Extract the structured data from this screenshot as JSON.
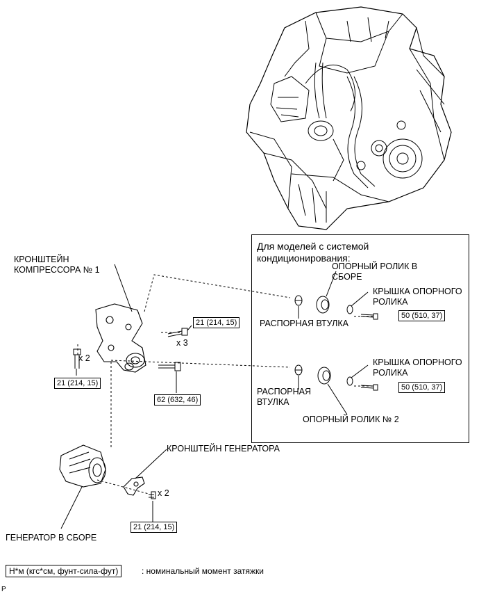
{
  "labels": {
    "bracket_compressor": [
      "КРОНШТЕЙН",
      "КОМПРЕССОРА № 1"
    ],
    "ac_models_title": [
      "Для моделей с системой",
      "кондиционирования:"
    ],
    "idler_assembly": [
      "ОПОРНЫЙ РОЛИК В",
      "СБОРЕ"
    ],
    "idler_cover_1": [
      "КРЫШКА ОПОРНОГО",
      "РОЛИКА"
    ],
    "spacer_1": "РАСПОРНАЯ ВТУЛКА",
    "idler_cover_2": [
      "КРЫШКА ОПОРНОГО",
      "РОЛИКА"
    ],
    "spacer_2": [
      "РАСПОРНАЯ",
      "ВТУЛКА"
    ],
    "idler_no2": "ОПОРНЫЙ РОЛИК № 2",
    "generator_bracket": "КРОНШТЕЙН ГЕНЕРАТОРА",
    "generator_assembly": "ГЕНЕРАТОР В СБОРЕ",
    "qty_x3": "x 3",
    "qty_x2_left": "x 2",
    "qty_x2_bottom": "x 2",
    "page_marker": "P"
  },
  "torques": {
    "t_top": "21 (214, 15)",
    "t_left": "21 (214, 15)",
    "t_mid": "62 (632, 46)",
    "t_ac1": "50 (510, 37)",
    "t_ac2": "50 (510, 37)",
    "t_bottom": "21 (214, 15)"
  },
  "legend": {
    "unit": "Н*м (кгс*см, фунт-сила-фут)",
    "description": ": номинальный момент затяжки"
  }
}
